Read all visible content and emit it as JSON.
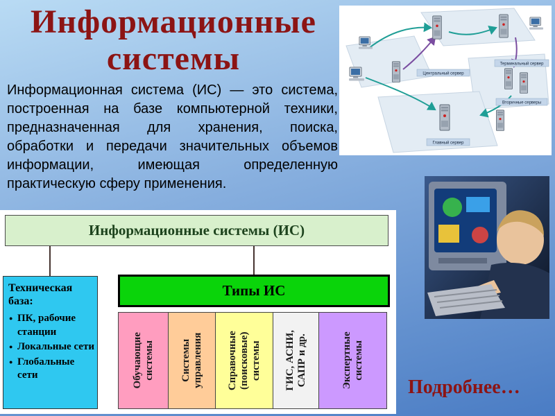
{
  "colors": {
    "title": "#8c1414",
    "link": "#8c1414",
    "root_box_bg": "#d8f0cc",
    "tech_box_bg": "#2fc8f0",
    "types_header_bg": "#0ad40a"
  },
  "header": {
    "title_line1": "Информационные",
    "title_line2": "системы"
  },
  "intro": {
    "text": "Информационная система (ИС) — это система, построенная на базе компьютерной техники, предназначенная для хранения, поиска, обработки и передачи значительных объемов информации, имеющая определенную практическую сферу применения."
  },
  "network_figure": {
    "labels": [
      "Центральный сервер",
      "Терминальный сервер",
      "Вторичные серверы",
      "Главный сервер"
    ]
  },
  "diagram": {
    "root": "Информационные системы (ИС)",
    "tech_base": {
      "title": "Техническая база:",
      "items": [
        "ПК, рабочие станции",
        "Локальные сети",
        "Глобальные сети"
      ]
    },
    "types_header": "Типы ИС",
    "types": [
      {
        "label": "Обучающие системы",
        "bg": "#ff9dbf"
      },
      {
        "label": "Системы управления",
        "bg": "#ffcc99"
      },
      {
        "label": "Справочные (поисковые) системы",
        "bg": "#ffff99"
      },
      {
        "label": "ГИС, АСНИ, САПР и др.",
        "bg": "#f2f2f2"
      },
      {
        "label": "Экспертные системы",
        "bg": "#cc99ff"
      }
    ]
  },
  "footer": {
    "more_link": "Подробнее…"
  }
}
